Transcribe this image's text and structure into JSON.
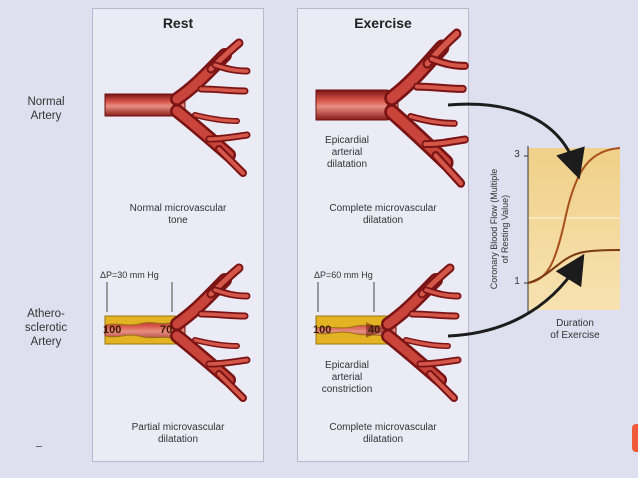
{
  "columns": {
    "rest": "Rest",
    "exercise": "Exercise"
  },
  "rows": {
    "normal_line1": "Normal",
    "normal_line2": "Artery",
    "athero_line1": "Athero-",
    "athero_line2": "sclerotic",
    "athero_line3": "Artery"
  },
  "rest": {
    "normal_caption_line1": "Normal microvascular",
    "normal_caption_line2": "tone",
    "delta_p": "ΔP=30 mm Hg",
    "pressure_in": "100",
    "pressure_out": "70",
    "athero_caption_line1": "Partial microvascular",
    "athero_caption_line2": "dilatation"
  },
  "exercise": {
    "epi_dil_line1": "Epicardial",
    "epi_dil_line2": "arterial",
    "epi_dil_line3": "dilatation",
    "normal_caption_line1": "Complete microvascular",
    "normal_caption_line2": "dilatation",
    "delta_p": "ΔP=60 mm Hg",
    "pressure_in": "100",
    "pressure_out": "40",
    "epi_con_line1": "Epicardial",
    "epi_con_line2": "arterial",
    "epi_con_line3": "constriction",
    "athero_caption_line1": "Complete microvascular",
    "athero_caption_line2": "dilatation"
  },
  "graph": {
    "ylabel_line1": "Coronary Blood Flow (Multiple",
    "ylabel_line2": "of Resting Value)",
    "ytick_top": "3",
    "ytick_bottom": "1",
    "xlabel_line1": "Duration",
    "xlabel_line2": "of Exercise",
    "normal_curve_color": "#a8501c",
    "athero_curve_color": "#7a3a14",
    "plot_bg": "#f3d89a"
  },
  "colors": {
    "artery_dark": "#7a1414",
    "artery_mid": "#b3322a",
    "artery_light": "#e0837a",
    "plaque": "#e3b324",
    "arrow": "#1c1c1c"
  }
}
